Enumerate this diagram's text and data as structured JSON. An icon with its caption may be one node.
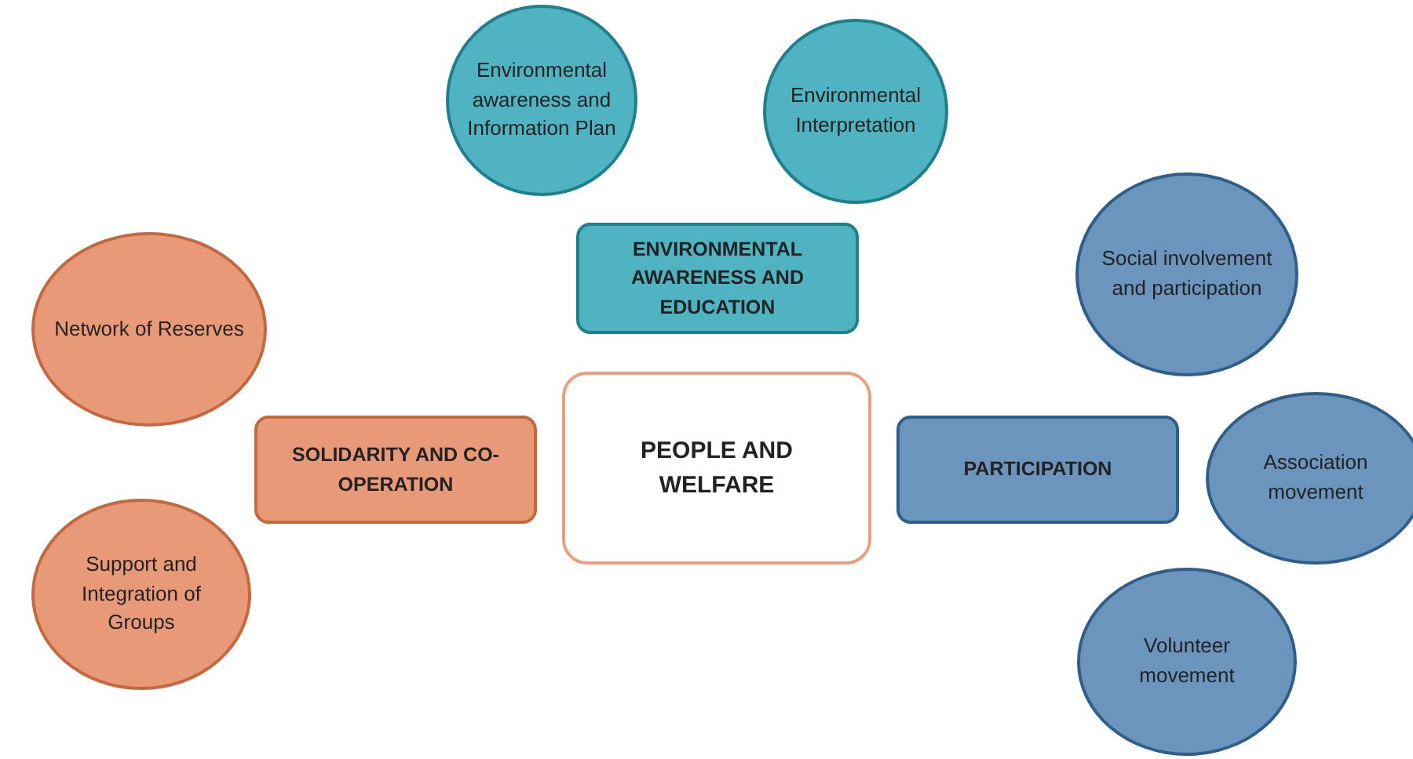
{
  "diagram": {
    "nodes": [
      {
        "text": [
          "Environmental awareness and Information Plan"
        ]
      },
      {
        "text": [
          "Environmental Interpretation"
        ]
      },
      {
        "text": [
          "ENVIRONMENTAL AWARENESS AND EDUCATION"
        ]
      },
      {
        "text": [
          "Social involvement and participation"
        ]
      },
      {
        "text": [
          "Network of Reserves"
        ]
      },
      {
        "text": [
          "PEOPLE AND WELFARE"
        ]
      },
      {
        "text": [
          "SOLIDARITY AND CO-OPERATION"
        ]
      },
      {
        "text": [
          "PARTICIPATION"
        ]
      },
      {
        "text": [
          "Association movement"
        ]
      },
      {
        "text": [
          "Support and Integration of Groups"
        ]
      },
      {
        "text": [
          "Volunteer movement"
        ]
      }
    ],
    "edges": []
  }
}
